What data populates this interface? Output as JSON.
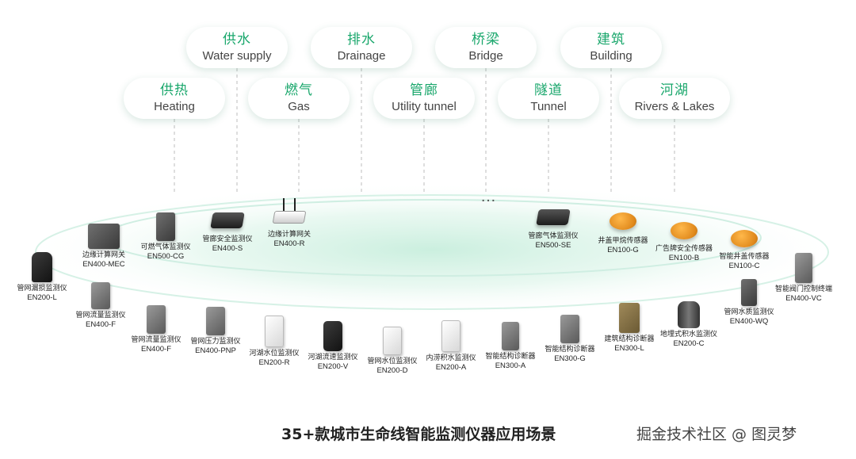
{
  "scenarios": [
    {
      "zh": "供水",
      "en": "Water supply"
    },
    {
      "zh": "排水",
      "en": "Drainage"
    },
    {
      "zh": "桥梁",
      "en": "Bridge"
    },
    {
      "zh": "建筑",
      "en": "Building"
    },
    {
      "zh": "供热",
      "en": "Heating"
    },
    {
      "zh": "燃气",
      "en": "Gas"
    },
    {
      "zh": "管廊",
      "en": "Utility tunnel"
    },
    {
      "zh": "隧道",
      "en": "Tunnel"
    },
    {
      "zh": "河湖",
      "en": "Rivers & Lakes"
    }
  ],
  "devices": [
    {
      "name": "管网漏损监测仪",
      "model": "EN200-L",
      "icon": "tall-dark-box-icon"
    },
    {
      "name": "边缘计算网关",
      "model": "EN400-MEC",
      "icon": "gateway-box-icon"
    },
    {
      "name": "可燃气体监测仪",
      "model": "EN500-CG",
      "icon": "gas-detector-icon"
    },
    {
      "name": "管廊安全监测仪",
      "model": "EN400-S",
      "icon": "flat-device-icon"
    },
    {
      "name": "边缘计算网关",
      "model": "EN400-R",
      "icon": "router-icon"
    },
    {
      "name": "管廊气体监测仪",
      "model": "EN500-SE",
      "icon": "flat-device-icon"
    },
    {
      "name": "井盖甲烷传感器",
      "model": "EN100-G",
      "icon": "orange-disc-icon"
    },
    {
      "name": "广告牌安全传感器",
      "model": "EN100-B",
      "icon": "orange-disc-icon"
    },
    {
      "name": "智能井盖传感器",
      "model": "EN100-C",
      "icon": "orange-disc-icon"
    },
    {
      "name": "智能阀门控制终端",
      "model": "EN400-VC",
      "icon": "grey-box-icon"
    },
    {
      "name": "管网流量监测仪",
      "model": "EN400-F",
      "icon": "grey-box-icon"
    },
    {
      "name": "管网流量监测仪",
      "model": "EN400-F",
      "icon": "grey-box-icon"
    },
    {
      "name": "管网压力监测仪",
      "model": "EN400-PNP",
      "icon": "grey-box-icon"
    },
    {
      "name": "河湖水位监测仪",
      "model": "EN200-R",
      "icon": "white-box-icon"
    },
    {
      "name": "河湖流速监测仪",
      "model": "EN200-V",
      "icon": "dark-box-icon"
    },
    {
      "name": "管网水位监测仪",
      "model": "EN200-D",
      "icon": "white-box-icon"
    },
    {
      "name": "内涝积水监测仪",
      "model": "EN200-A",
      "icon": "white-box-icon"
    },
    {
      "name": "智能结构诊断器",
      "model": "EN300-A",
      "icon": "grey-box-icon"
    },
    {
      "name": "智能结构诊断器",
      "model": "EN300-G",
      "icon": "grey-box-icon"
    },
    {
      "name": "建筑结构诊断器",
      "model": "EN300-L",
      "icon": "tan-box-icon"
    },
    {
      "name": "地埋式积水监测仪",
      "model": "EN200-C",
      "icon": "cylinder-icon"
    },
    {
      "name": "管网水质监测仪",
      "model": "EN400-WQ",
      "icon": "grey-box-icon"
    }
  ],
  "ellipsis": "…",
  "caption": "35+款城市生命线智能监测仪器应用场景",
  "watermark": "掘金技术社区 @ 图灵梦",
  "colors": {
    "accent": "#1aa76c",
    "ring_glow": "#d7f2e6",
    "ring_line": "#c4e9da"
  }
}
